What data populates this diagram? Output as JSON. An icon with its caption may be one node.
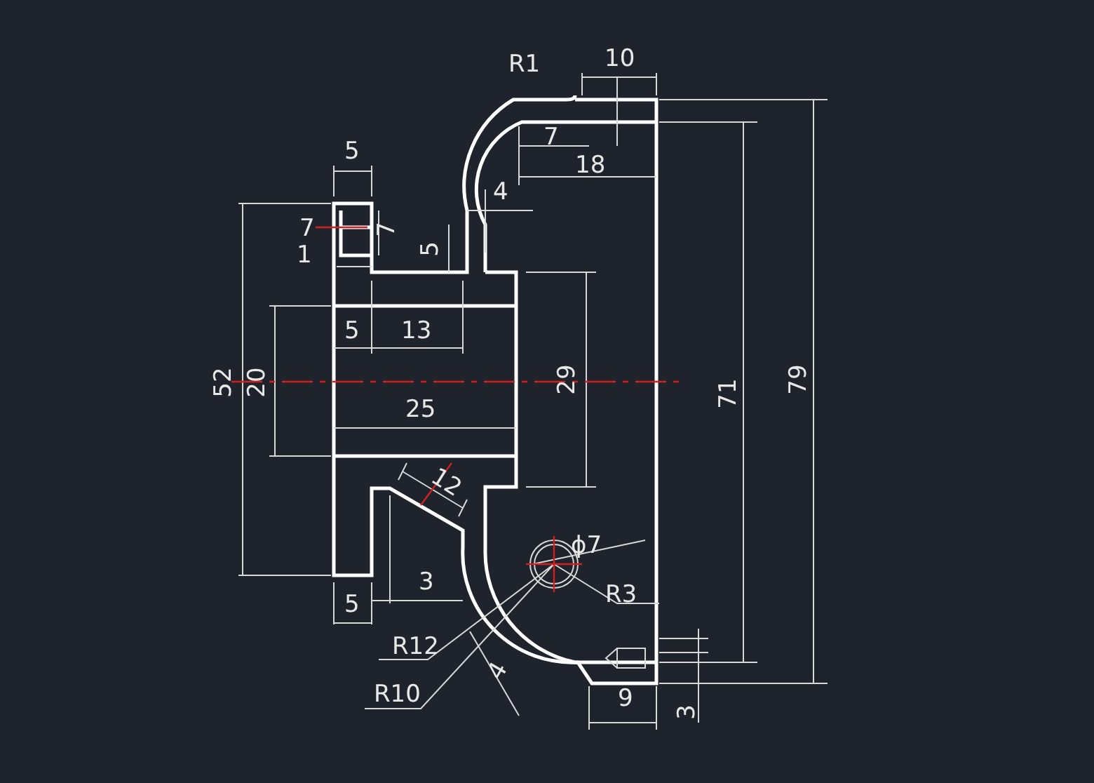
{
  "diagram": {
    "labels": [
      "R1",
      "10",
      "5",
      "7",
      "18",
      "4",
      "7",
      "5",
      "7",
      "1",
      "5",
      "13",
      "52",
      "20",
      "29",
      "71",
      "79",
      "25",
      "12",
      "ϕ7",
      "3",
      "R3",
      "5",
      "R12",
      "4",
      "R10",
      "9",
      "3"
    ]
  }
}
